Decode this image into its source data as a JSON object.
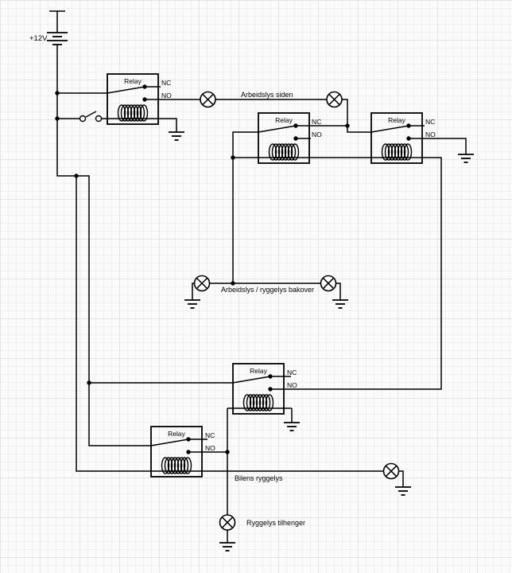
{
  "power_source": {
    "label": "+12V"
  },
  "relays": [
    {
      "title": "Relay",
      "nc_label": "NC",
      "no_label": "NO"
    },
    {
      "title": "Relay",
      "nc_label": "NC",
      "no_label": "NO"
    },
    {
      "title": "Relay",
      "nc_label": "NC",
      "no_label": "NO"
    },
    {
      "title": "Relay",
      "nc_label": "NC",
      "no_label": "NO"
    },
    {
      "title": "Relay",
      "nc_label": "NC",
      "no_label": "NO"
    }
  ],
  "wire_labels": {
    "work_lights_side": "Arbeidslys siden",
    "work_reverse_rear": "Arbeidslys / ryggelys bakover",
    "car_reverse_light": "Bilens ryggelys",
    "trailer_reverse_light": "Ryggelys tilhenger"
  },
  "colors": {
    "wire": "#000000",
    "text": "#000000",
    "canvas": "#fbfbfb",
    "grid_minor": "#f0f0f0",
    "grid_major": "#e4e4e4"
  }
}
